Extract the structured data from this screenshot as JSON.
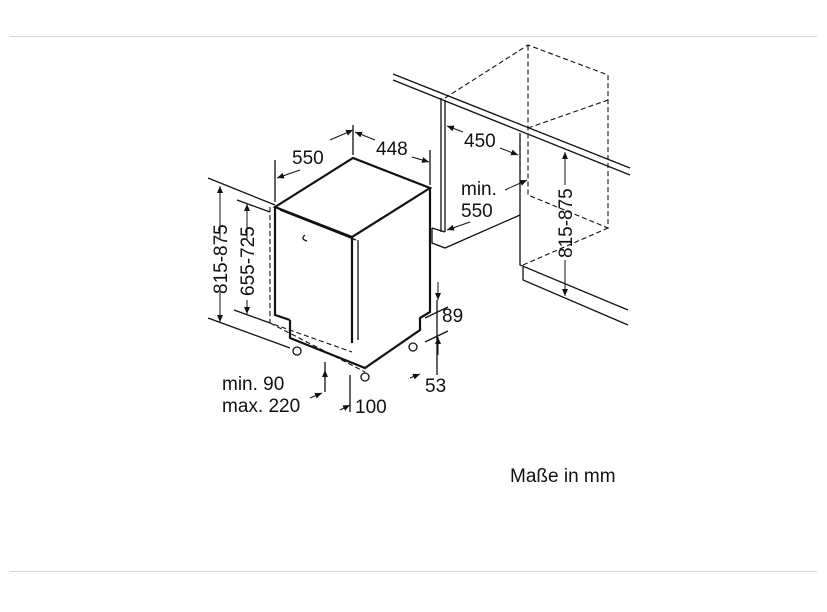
{
  "diagram": {
    "title": "Dishwasher installation dimensions",
    "labels": {
      "depth": "550",
      "width": "448",
      "height_total": "815-875",
      "height_appliance": "655-725",
      "plinth_min": "min. 90",
      "plinth_max": "max. 220",
      "plinth_depth": "100",
      "foot": "53",
      "foot_height": "89",
      "niche_width": "450",
      "niche_depth_min": "min.",
      "niche_depth": "550",
      "niche_height": "815-875"
    },
    "caption": "Maße in mm"
  }
}
